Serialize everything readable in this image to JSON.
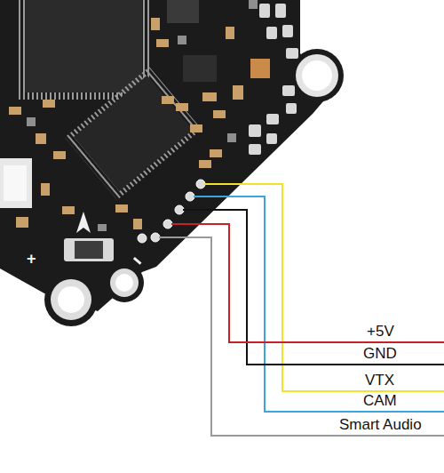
{
  "diagram": {
    "labels": [
      "+5V",
      "GND",
      "VTX",
      "CAM",
      "Smart Audio",
      "+"
    ]
  }
}
